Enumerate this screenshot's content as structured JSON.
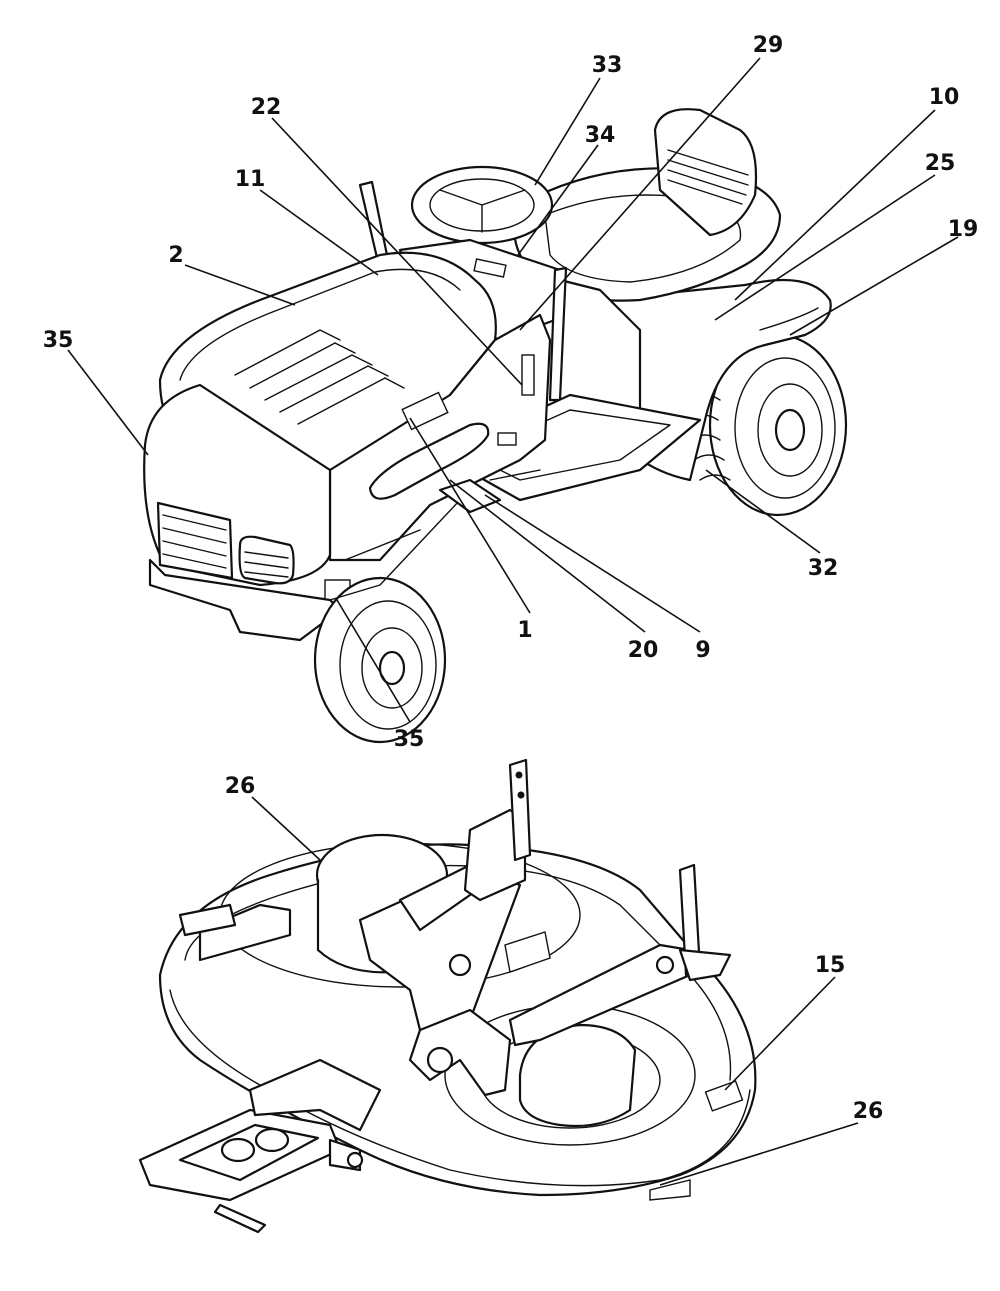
{
  "callouts": [
    {
      "label": "1"
    },
    {
      "label": "2"
    },
    {
      "label": "9"
    },
    {
      "label": "10"
    },
    {
      "label": "11"
    },
    {
      "label": "15"
    },
    {
      "label": "19"
    },
    {
      "label": "20"
    },
    {
      "label": "22"
    },
    {
      "label": "25"
    },
    {
      "label": "26"
    },
    {
      "label": "26"
    },
    {
      "label": "29"
    },
    {
      "label": "32"
    },
    {
      "label": "33"
    },
    {
      "label": "34"
    },
    {
      "label": "35"
    },
    {
      "label": "35"
    }
  ]
}
